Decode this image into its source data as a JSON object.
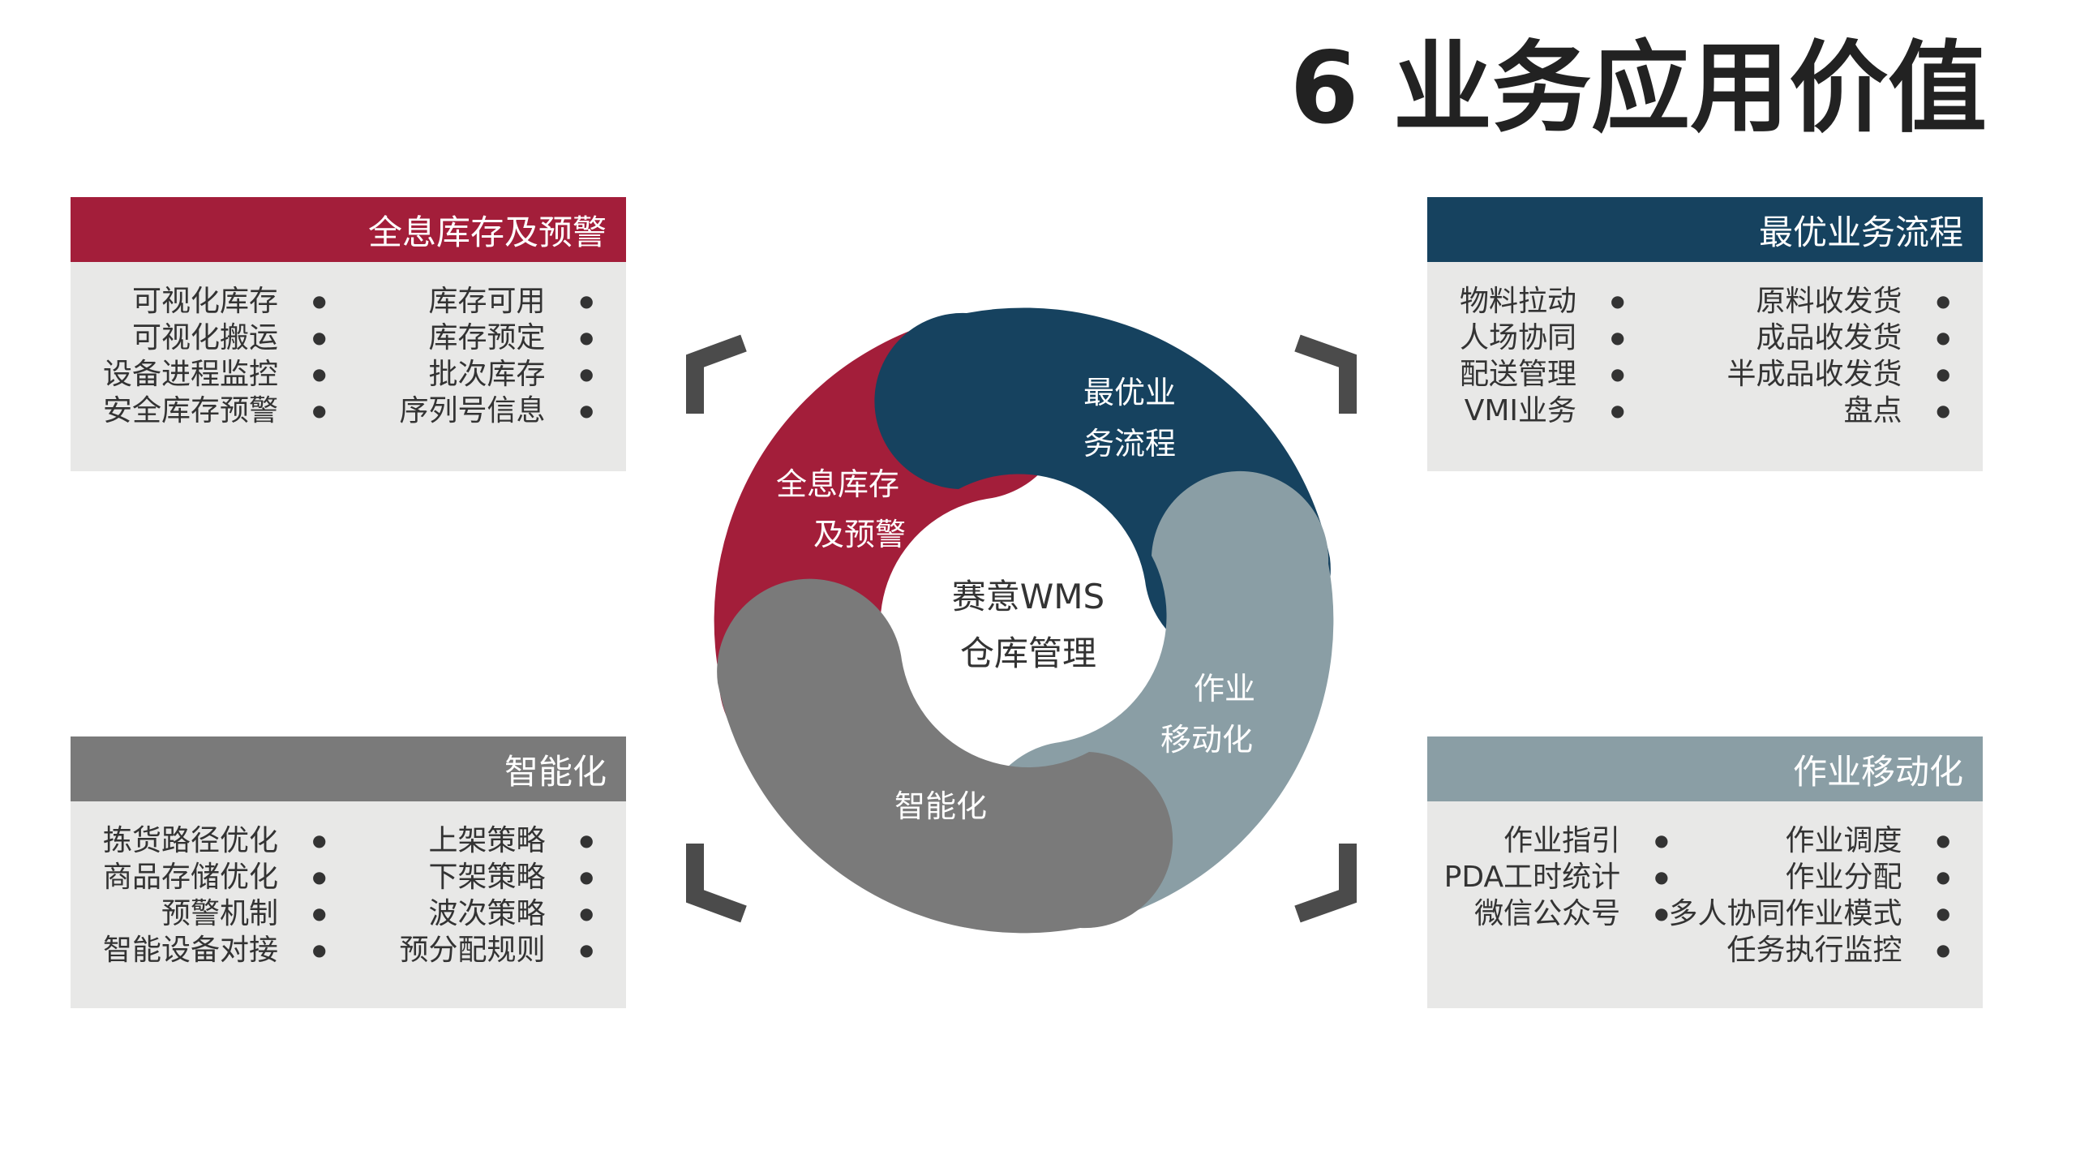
{
  "title": "6 业务应用价值",
  "colors": {
    "red": "#a31e3a",
    "navy": "#16425f",
    "gray": "#7a7a7a",
    "slate": "#8a9ea5",
    "panel_bg": "#e8e8e7",
    "chevron": "#4b4b4b"
  },
  "center": {
    "line1": "赛意WMS",
    "line2": "仓库管理"
  },
  "segments": {
    "top_left": {
      "line1": "全息库存",
      "line2": "及预警"
    },
    "top_right": {
      "line1": "最优业",
      "line2": "务流程"
    },
    "bottom_right": {
      "line1": "作业",
      "line2": "移动化"
    },
    "bottom_left": {
      "line1": "智能化"
    }
  },
  "panels": {
    "top_left": {
      "header": "全息库存及预警",
      "right_items": [
        "库存可用",
        "库存预定",
        "批次库存",
        "序列号信息"
      ],
      "left_items": [
        "可视化库存",
        "可视化搬运",
        "设备进程监控",
        "安全库存预警"
      ]
    },
    "top_right": {
      "header": "最优业务流程",
      "right_items": [
        "原料收发货",
        "成品收发货",
        "半成品收发货",
        "盘点"
      ],
      "left_items": [
        "物料拉动",
        "人场协同",
        "配送管理",
        "VMI业务"
      ]
    },
    "bottom_left": {
      "header": "智能化",
      "right_items": [
        "上架策略",
        "下架策略",
        "波次策略",
        "预分配规则"
      ],
      "left_items": [
        "拣货路径优化",
        "商品存储优化",
        "预警机制",
        "智能设备对接"
      ]
    },
    "bottom_right": {
      "header": "作业移动化",
      "right_items": [
        "作业调度",
        "作业分配",
        "多人协同作业模式",
        "任务执行监控"
      ],
      "left_items": [
        "作业指引",
        "PDA工时统计",
        "微信公众号"
      ]
    }
  }
}
